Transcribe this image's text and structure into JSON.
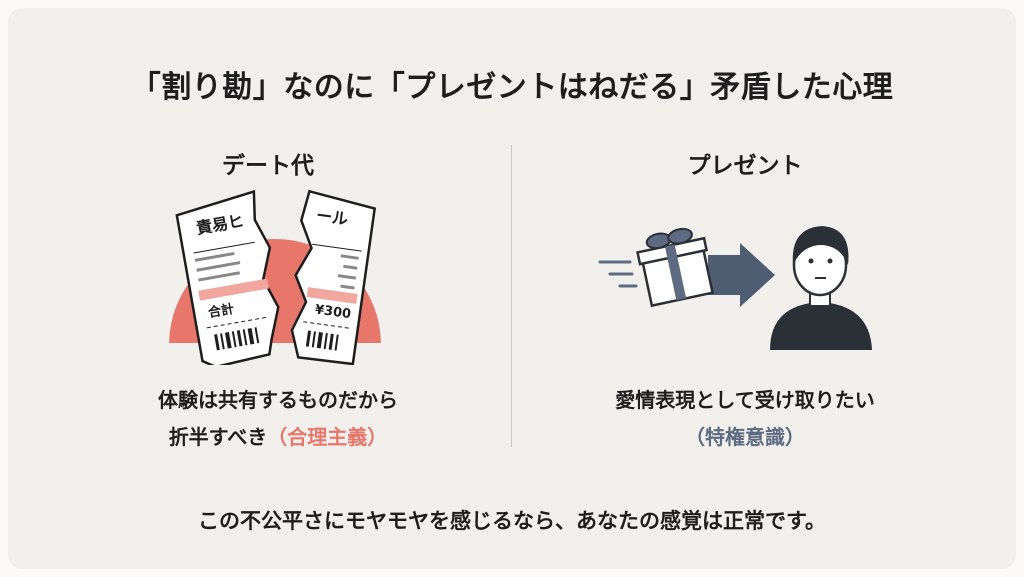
{
  "title": "「割り勘」なのに「プレゼントはねだる」矛盾した心理",
  "left": {
    "heading": "デート代",
    "caption_line1": "体験は共有するものだから",
    "caption_line2": "折半すべき",
    "caption_tag": "（合理主義）",
    "receipt": {
      "shop_left": "責易ヒ",
      "shop_right": "ール",
      "total_label": "合計",
      "total_value": "¥300"
    }
  },
  "right": {
    "heading": "プレゼント",
    "caption_line1": "愛情表現として受け取りたい",
    "caption_tag": "（特権意識）"
  },
  "footer": "この不公平さにモヤモヤを感じるなら、あなたの感覚は正常です。",
  "colors": {
    "accent_red": "#e8776b",
    "accent_slate": "#5d6b82",
    "dark": "#2b2f36",
    "background": "#f2f0ec"
  }
}
